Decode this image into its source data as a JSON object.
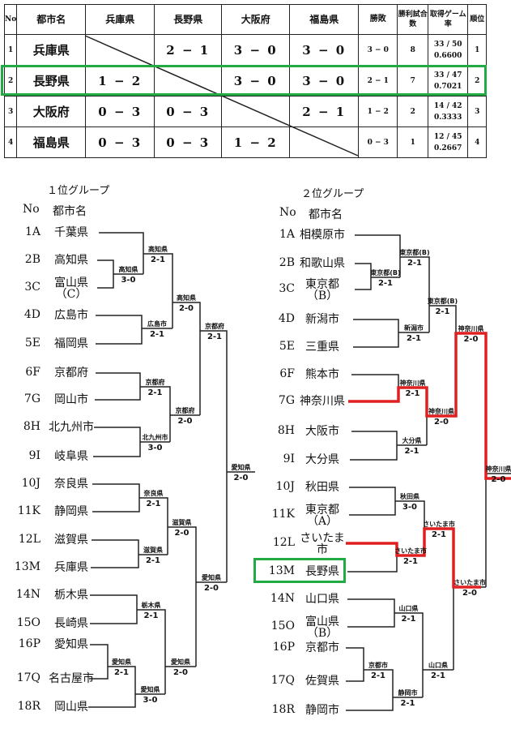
{
  "table": {
    "headers": [
      "No",
      "都市名",
      "兵庫県",
      "長野県",
      "大阪府",
      "福島県",
      "勝敗",
      "勝利試合数",
      "取得ゲーム率",
      "順位"
    ],
    "rows": [
      {
        "no": "1",
        "name": "兵庫県",
        "vs": [
          "",
          "2 − 1",
          "3 − 0",
          "3 − 0"
        ],
        "record": "3 − 0",
        "wins": "8",
        "games": "33 / 50",
        "rate": "0.6600",
        "rank": "1"
      },
      {
        "no": "2",
        "name": "長野県",
        "vs": [
          "1 − 2",
          "",
          "3 − 0",
          "3 − 0"
        ],
        "record": "2 − 1",
        "wins": "7",
        "games": "33 / 47",
        "rate": "0.7021",
        "rank": "2"
      },
      {
        "no": "3",
        "name": "大阪府",
        "vs": [
          "0 − 3",
          "0 − 3",
          "",
          "2 − 1"
        ],
        "record": "1 − 2",
        "wins": "2",
        "games": "14 / 42",
        "rate": "0.3333",
        "rank": "3"
      },
      {
        "no": "4",
        "name": "福島県",
        "vs": [
          "0 − 3",
          "0 − 3",
          "1 − 2",
          ""
        ],
        "record": "0 − 3",
        "wins": "1",
        "games": "12 / 45",
        "rate": "0.2667",
        "rank": "4"
      }
    ]
  },
  "group1": {
    "title": "１位グループ",
    "col_no": "No",
    "col_name": "都市名",
    "entries": [
      {
        "no": "1A",
        "name": "千葉県"
      },
      {
        "no": "2B",
        "name": "高知県"
      },
      {
        "no": "3C",
        "name": "富山県\n（C）"
      },
      {
        "no": "4D",
        "name": "広島市"
      },
      {
        "no": "5E",
        "name": "福岡県"
      },
      {
        "no": "6F",
        "name": "京都府"
      },
      {
        "no": "7G",
        "name": "岡山市"
      },
      {
        "no": "8H",
        "name": "北九州市"
      },
      {
        "no": "9I",
        "name": "岐阜県"
      },
      {
        "no": "10J",
        "name": "奈良県"
      },
      {
        "no": "11K",
        "name": "静岡県"
      },
      {
        "no": "12L",
        "name": "滋賀県"
      },
      {
        "no": "13M",
        "name": "兵庫県"
      },
      {
        "no": "14N",
        "name": "栃木県"
      },
      {
        "no": "15O",
        "name": "長崎県"
      },
      {
        "no": "16P",
        "name": "愛知県"
      },
      {
        "no": "17Q",
        "name": "名古屋市"
      },
      {
        "no": "18R",
        "name": "岡山県"
      }
    ],
    "matches": [
      {
        "winner": "高知県",
        "score": "3-0"
      },
      {
        "winner": "高知県",
        "score": "2-1"
      },
      {
        "winner": "広島市",
        "score": "2-1"
      },
      {
        "winner": "高知県",
        "score": "2-0"
      },
      {
        "winner": "京都府",
        "score": "2-1"
      },
      {
        "winner": "北九州市",
        "score": "3-0"
      },
      {
        "winner": "京都府",
        "score": "2-0"
      },
      {
        "winner": "京都府",
        "score": "2-1"
      },
      {
        "winner": "奈良県",
        "score": "2-1"
      },
      {
        "winner": "滋賀県",
        "score": "2-1"
      },
      {
        "winner": "滋賀県",
        "score": "2-0"
      },
      {
        "winner": "栃木県",
        "score": "2-1"
      },
      {
        "winner": "愛知県",
        "score": "2-1"
      },
      {
        "winner": "愛知県",
        "score": "3-0"
      },
      {
        "winner": "愛知県",
        "score": "2-0"
      },
      {
        "winner": "愛知県",
        "score": "2-0"
      },
      {
        "winner": "愛知県",
        "score": "2-0"
      }
    ]
  },
  "group2": {
    "title": "２位グループ",
    "col_no": "No",
    "col_name": "都市名",
    "entries": [
      {
        "no": "1A",
        "name": "相模原市"
      },
      {
        "no": "2B",
        "name": "和歌山県"
      },
      {
        "no": "3C",
        "name": "東京都\n（B）"
      },
      {
        "no": "4D",
        "name": "新潟市"
      },
      {
        "no": "5E",
        "name": "三重県"
      },
      {
        "no": "6F",
        "name": "熊本市"
      },
      {
        "no": "7G",
        "name": "神奈川県"
      },
      {
        "no": "8H",
        "name": "大阪市"
      },
      {
        "no": "9I",
        "name": "大分県"
      },
      {
        "no": "10J",
        "name": "秋田県"
      },
      {
        "no": "11K",
        "name": "東京都\n（A）"
      },
      {
        "no": "12L",
        "name": "さいたま\n市"
      },
      {
        "no": "13M",
        "name": "長野県"
      },
      {
        "no": "14N",
        "name": "山口県"
      },
      {
        "no": "15O",
        "name": "富山県\n（B）"
      },
      {
        "no": "16P",
        "name": "京都市"
      },
      {
        "no": "17Q",
        "name": "佐賀県"
      },
      {
        "no": "18R",
        "name": "静岡市"
      }
    ],
    "matches": [
      {
        "winner": "東京都(B)",
        "score": "2-1"
      },
      {
        "winner": "東京都(B)",
        "score": "2-1"
      },
      {
        "winner": "新潟市",
        "score": "2-1"
      },
      {
        "winner": "東京都(B)",
        "score": "2-1"
      },
      {
        "winner": "神奈川県",
        "score": "2-1"
      },
      {
        "winner": "大分県",
        "score": "2-1"
      },
      {
        "winner": "神奈川県",
        "score": "2-0"
      },
      {
        "winner": "神奈川県",
        "score": "2-0"
      },
      {
        "winner": "秋田県",
        "score": "3-0"
      },
      {
        "winner": "さいたま市",
        "score": "2-1"
      },
      {
        "winner": "さいたま市",
        "score": "2-1"
      },
      {
        "winner": "山口県",
        "score": "2-1"
      },
      {
        "winner": "京都市",
        "score": "2-1"
      },
      {
        "winner": "静岡市",
        "score": "2-1"
      },
      {
        "winner": "山口県",
        "score": "2-1"
      },
      {
        "winner": "さいたま市",
        "score": "2-0"
      },
      {
        "winner": "神奈川県",
        "score": "2-0"
      }
    ]
  },
  "colors": {
    "highlight_green": "#22aa44",
    "path_red": "#e02020"
  }
}
